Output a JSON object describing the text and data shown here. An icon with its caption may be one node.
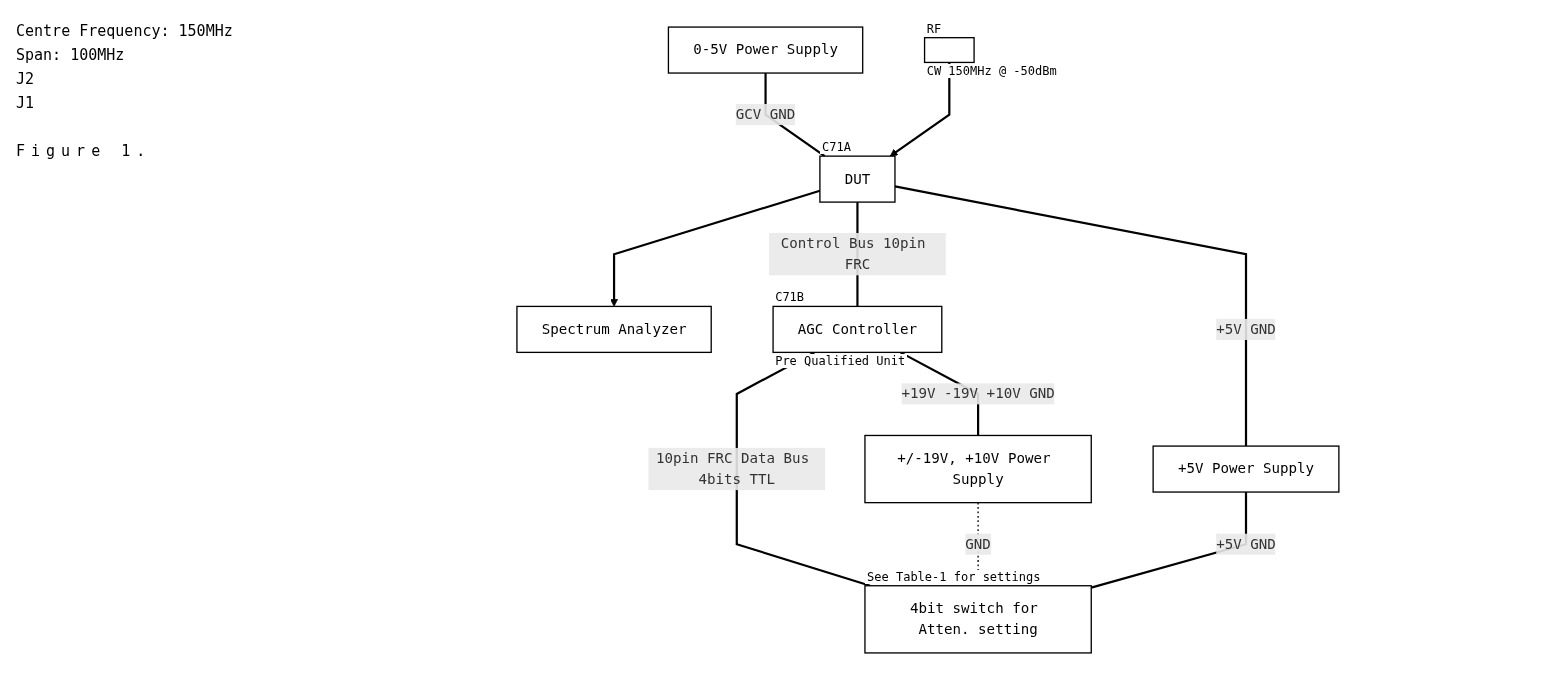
{
  "diagram": {
    "caption": "Figure 1.",
    "nodes": [
      {
        "text": [
          "0-5V Power Supply"
        ]
      },
      {
        "text": [
          "Spectrum Analyzer"
        ]
      },
      {
        "text": [],
        "shape": "box",
        "beside": [
          "RF",
          "CW 150MHz @ -50dBm"
        ]
      },
      {
        "text": [
          "DUT"
        ],
        "beside": [
          "C71A"
        ]
      },
      {
        "text": [
          "AGC Controller"
        ],
        "beside": [
          "C71B",
          "Pre Qualified Unit"
        ]
      },
      {
        "text": [
          "+5V Power Supply"
        ]
      },
      {
        "text": [
          "+/-19V, +10V Power Supply"
        ]
      },
      {
        "text": [
          "4bit switch for Atten. setting"
        ],
        "beside": [
          "See Table-1 for settings"
        ]
      }
    ],
    "edges": [
      {
        "from": 0,
        "to": 3,
        "arrow": "none",
        "label": "GCV GND"
      },
      {
        "from": 2,
        "to": 3,
        "arrow": "to"
      },
      {
        "from": 3,
        "to": 1,
        "arrow": "to"
      },
      {
        "from": 3,
        "to": 4,
        "arrow": "none",
        "label": "Control Bus 10pin FRC"
      },
      {
        "from": 3,
        "to": 5,
        "arrow": "none",
        "label": "+5V GND"
      },
      {
        "from": 4,
        "to": 7,
        "arrow": "none",
        "label": "10pin FRC Data Bus 4bits TTL"
      },
      {
        "from": 4,
        "to": 6,
        "arrow": "none",
        "label": "+19V -19V +10V GND"
      },
      {
        "from": 5,
        "to": 7,
        "arrow": "none",
        "label": "+5V GND"
      },
      {
        "from": 6,
        "to": 7,
        "arrow": "none",
        "label": "GND",
        "style": "dashed"
      }
    ],
    "labels": [
      "Centre Frequency: 150MHz",
      "Span: 100MHz",
      "J2",
      "J1"
    ]
  }
}
